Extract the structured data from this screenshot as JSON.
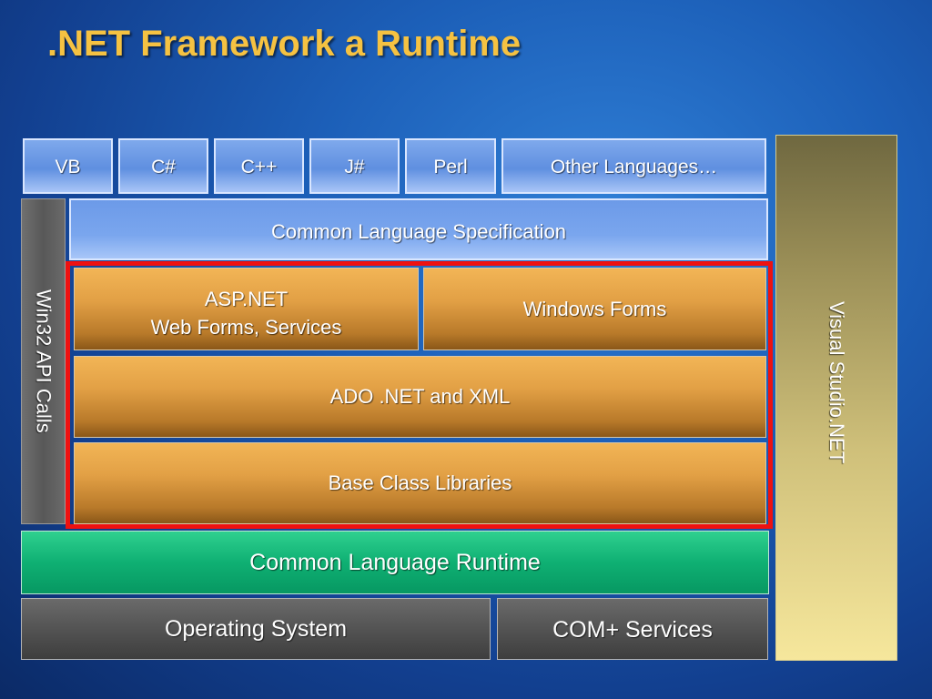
{
  "slide": {
    "title": ".NET Framework a Runtime"
  },
  "languages": [
    "VB",
    "C#",
    "C++",
    "J#",
    "Perl",
    "Other Languages…"
  ],
  "layers": {
    "cls": "Common Language Specification",
    "win32": "Win32 API Calls",
    "asp_line1": "ASP.NET",
    "asp_line2": "Web Forms, Services",
    "winforms": "Windows Forms",
    "ado": "ADO .NET and XML",
    "bcl": "Base Class Libraries",
    "clr": "Common Language Runtime",
    "os": "Operating System",
    "com": "COM+ Services",
    "vs": "Visual Studio.NET"
  },
  "colors": {
    "title": "#f5c242",
    "highlight_frame": "#ee1111",
    "runtime_green": "#0fb073",
    "framework_orange": "#e2a045"
  }
}
